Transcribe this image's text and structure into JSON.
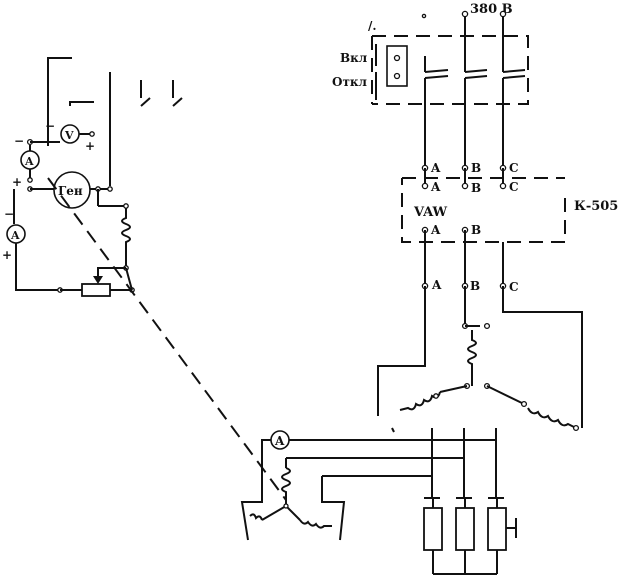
{
  "supply": {
    "voltage_label": "380 В"
  },
  "switch_panel": {
    "on_label": "Вкл",
    "off_label": "Откл"
  },
  "device": {
    "model_label": "К-505",
    "unit_label": "VAW"
  },
  "phases": {
    "top": [
      "A",
      "B",
      "C"
    ],
    "upper_terminals": [
      "A",
      "B",
      "C"
    ],
    "lower_terminals": [
      "A",
      "B"
    ],
    "output": [
      "A",
      "B",
      "C"
    ]
  },
  "meters": {
    "ammeter": "A",
    "voltmeter": "V"
  },
  "generator": {
    "label": "Ген"
  },
  "polarity": {
    "minus": "−",
    "plus": "+"
  }
}
